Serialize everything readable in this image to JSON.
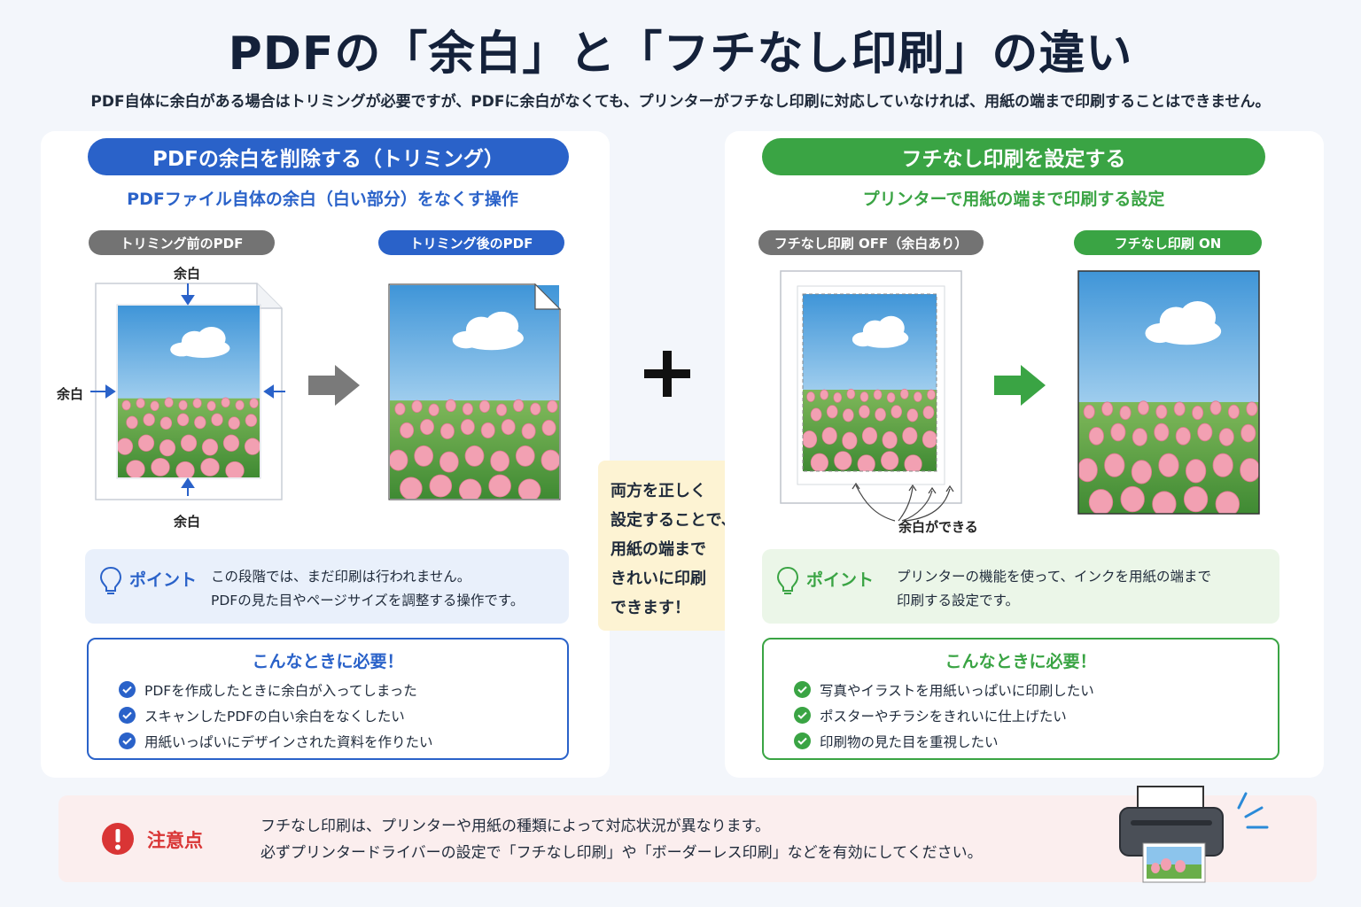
{
  "title": "PDFの「余白」と「フチなし印刷」の違い",
  "subtitle": "PDF自体に余白がある場合はトリミングが必要ですが、PDFに余白がなくても、プリンターがフチなし印刷に対応していなければ、用紙の端まで印刷することはできません。",
  "left": {
    "heading": "PDFの余白を削除する（トリミング）",
    "description": "PDFファイル自体の余白（白い部分）をなくす操作",
    "tag_before": "トリミング前のPDF",
    "tag_after": "トリミング後のPDF",
    "margin_label": "余白",
    "point_label": "ポイント",
    "point_lines": [
      "この段階では、まだ印刷は行われません。",
      "PDFの見た目やページサイズを調整する操作です。"
    ],
    "need_title": "こんなときに必要！",
    "need_items": [
      "PDFを作成したときに余白が入ってしまった",
      "スキャンしたPDFの白い余白をなくしたい",
      "用紙いっぱいにデザインされた資料を作りたい"
    ]
  },
  "right": {
    "heading": "フチなし印刷を設定する",
    "description": "プリンターで用紙の端まで印刷する設定",
    "tag_off": "フチなし印刷 OFF（余白あり）",
    "tag_on": "フチなし印刷 ON",
    "margin_note": "余白ができる",
    "point_label": "ポイント",
    "point_lines": [
      "プリンターの機能を使って、インクを用紙の端まで",
      "印刷する設定です。"
    ],
    "need_title": "こんなときに必要！",
    "need_items": [
      "写真やイラストを用紙いっぱいに印刷したい",
      "ポスターやチラシをきれいに仕上げたい",
      "印刷物の見た目を重視したい"
    ]
  },
  "callout_lines": [
    "両方を正しく",
    "設定することで、",
    "用紙の端まで",
    "きれいに印刷",
    "できます！"
  ],
  "note": {
    "label": "注意点",
    "lines": [
      "フチなし印刷は、プリンターや用紙の種類によって対応状況が異なります。",
      "必ずプリンタードライバーの設定で「フチなし印刷」や「ボーダーレス印刷」などを有効にしてください。"
    ]
  },
  "colors": {
    "blue": "#2a62c9",
    "green": "#3aa444",
    "red": "#d93535",
    "gray_arrow": "#7a7a7a"
  }
}
